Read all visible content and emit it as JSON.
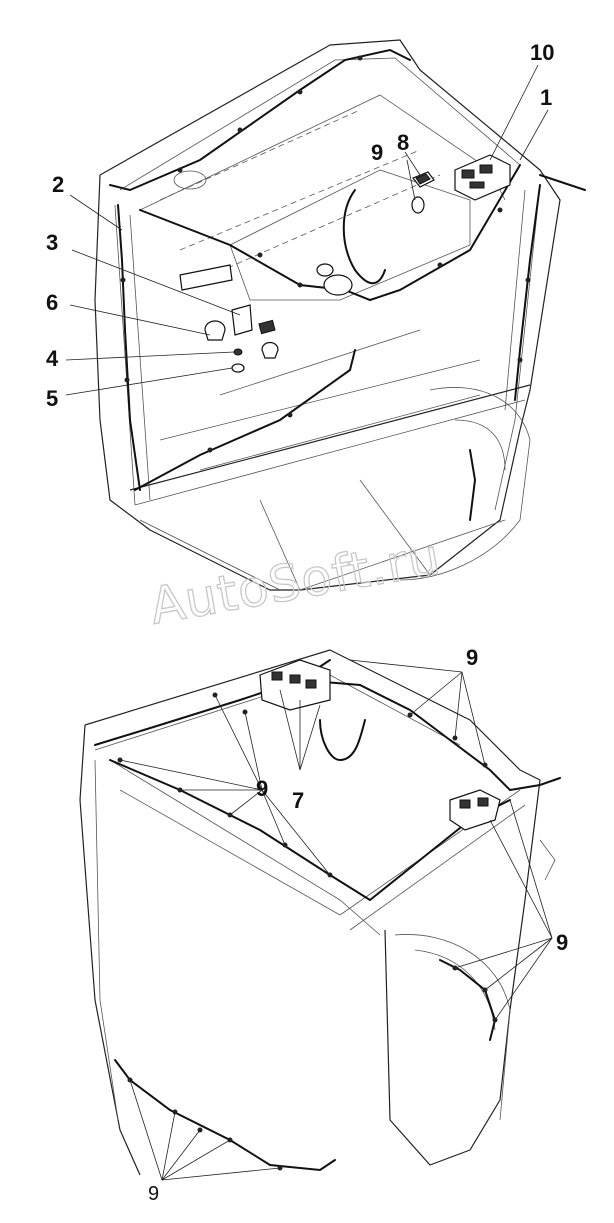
{
  "watermark": "AutoSoft.ru",
  "callouts": {
    "c1": "1",
    "c2": "2",
    "c3": "3",
    "c4": "4",
    "c5": "5",
    "c6": "6",
    "c7": "7",
    "c8": "8",
    "c9": "9",
    "c10": "10"
  }
}
